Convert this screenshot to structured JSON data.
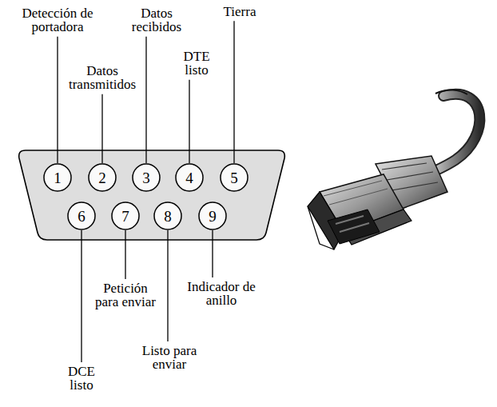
{
  "diagram": {
    "nodes": [
      {
        "text": [
          "1"
        ]
      },
      {
        "text": [
          "2"
        ]
      },
      {
        "text": [
          "3"
        ]
      },
      {
        "text": [
          "4"
        ]
      },
      {
        "text": [
          "5"
        ]
      },
      {
        "text": [
          "6"
        ]
      },
      {
        "text": [
          "7"
        ]
      },
      {
        "text": [
          "8"
        ]
      },
      {
        "text": [
          "9"
        ]
      }
    ],
    "labels": [
      "Detección de portadora",
      "Datos transmitidos",
      "Datos recibidos",
      "DTE listo",
      "Tierra",
      "Petición para enviar",
      "Indicador de anillo",
      "DCE listo",
      "Listo para enviar"
    ]
  }
}
